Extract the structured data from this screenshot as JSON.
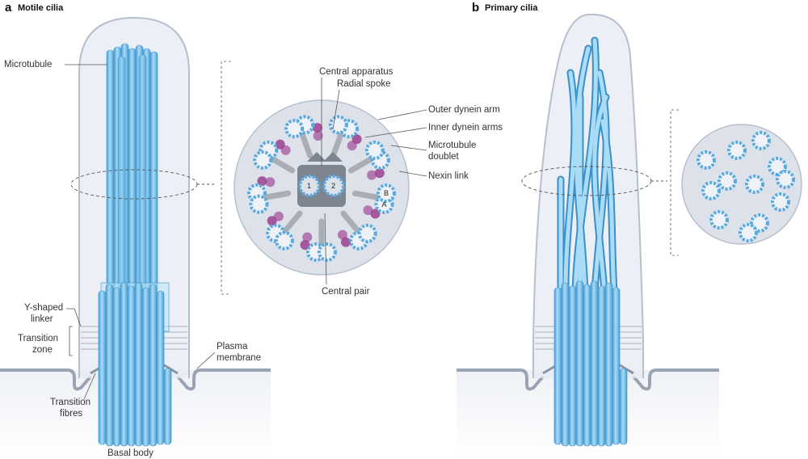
{
  "panels": {
    "a": {
      "letter": "a",
      "title": "Motile cilia"
    },
    "b": {
      "letter": "b",
      "title": "Primary cilia"
    }
  },
  "labels": {
    "microtubule": "Microtubule",
    "y_shaped_1": "Y-shaped",
    "y_shaped_2": "linker",
    "transition_zone_1": "Transition",
    "transition_zone_2": "zone",
    "transition_fibres_1": "Transition",
    "transition_fibres_2": "fibres",
    "basal_body": "Basal body",
    "plasma_membrane_1": "Plasma",
    "plasma_membrane_2": "membrane",
    "central_apparatus": "Central apparatus",
    "radial_spoke": "Radial spoke",
    "outer_dynein_arm": "Outer dynein arm",
    "inner_dynein_arms": "Inner dynein arms",
    "microtubule_doublet_1": "Microtubule",
    "microtubule_doublet_2": "doublet",
    "nexin_link": "Nexin link",
    "central_pair": "Central pair",
    "tubule_a": "A",
    "tubule_b": "B",
    "central_1": "1",
    "central_2": "2"
  },
  "colors": {
    "microtubule": "#7cc4ec",
    "microtubule_edge": "#3d8fc8",
    "membrane": "#e6eaf2",
    "membrane_edge": "#b7bfce",
    "dynein": "#9b3f8f",
    "spoke": "#a9adb5",
    "central": "#7d8590"
  }
}
